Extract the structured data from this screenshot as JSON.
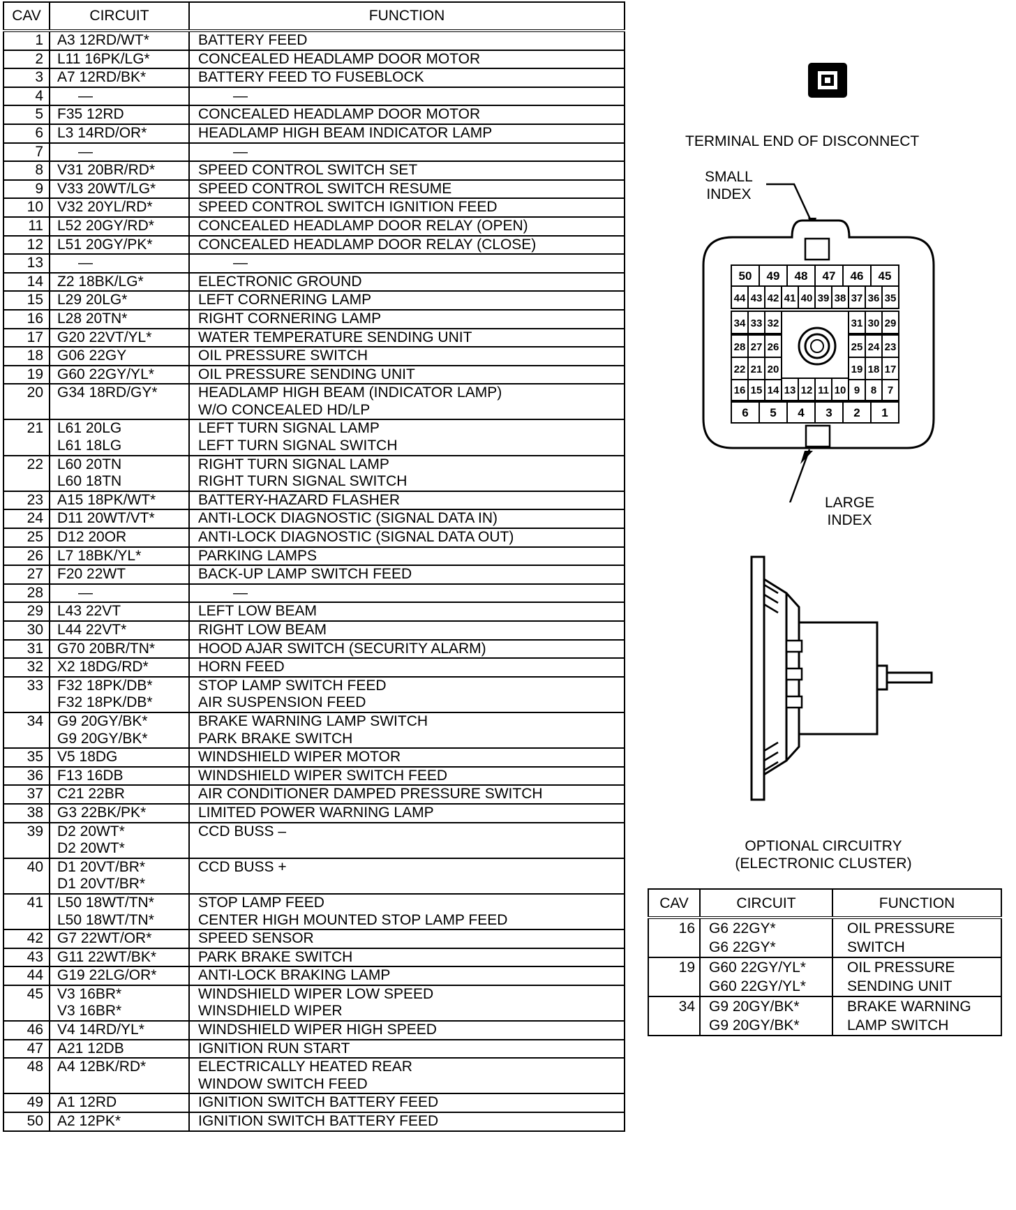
{
  "main_table": {
    "headers": {
      "cav": "CAV",
      "circuit": "CIRCUIT",
      "function": "FUNCTION"
    },
    "rows": [
      {
        "cav": "1",
        "circuit": [
          "A3 12RD/WT*"
        ],
        "function": [
          "BATTERY FEED"
        ]
      },
      {
        "cav": "2",
        "circuit": [
          "L11 16PK/LG*"
        ],
        "function": [
          "CONCEALED HEADLAMP DOOR MOTOR"
        ]
      },
      {
        "cav": "3",
        "circuit": [
          "A7 12RD/BK*"
        ],
        "function": [
          "BATTERY FEED TO FUSEBLOCK"
        ]
      },
      {
        "cav": "4",
        "circuit": [
          "—"
        ],
        "function": [
          "—"
        ],
        "empty": true
      },
      {
        "cav": "5",
        "circuit": [
          "F35 12RD"
        ],
        "function": [
          "CONCEALED HEADLAMP DOOR MOTOR"
        ]
      },
      {
        "cav": "6",
        "circuit": [
          "L3 14RD/OR*"
        ],
        "function": [
          "HEADLAMP HIGH BEAM INDICATOR LAMP"
        ]
      },
      {
        "cav": "7",
        "circuit": [
          "—"
        ],
        "function": [
          "—"
        ],
        "empty": true
      },
      {
        "cav": "8",
        "circuit": [
          "V31 20BR/RD*"
        ],
        "function": [
          "SPEED CONTROL SWITCH SET"
        ]
      },
      {
        "cav": "9",
        "circuit": [
          "V33 20WT/LG*"
        ],
        "function": [
          "SPEED CONTROL SWITCH RESUME"
        ]
      },
      {
        "cav": "10",
        "circuit": [
          "V32 20YL/RD*"
        ],
        "function": [
          "SPEED CONTROL SWITCH IGNITION FEED"
        ]
      },
      {
        "cav": "11",
        "circuit": [
          "L52 20GY/RD*"
        ],
        "function": [
          "CONCEALED HEADLAMP DOOR RELAY (OPEN)"
        ]
      },
      {
        "cav": "12",
        "circuit": [
          "L51 20GY/PK*"
        ],
        "function": [
          "CONCEALED HEADLAMP DOOR RELAY (CLOSE)"
        ]
      },
      {
        "cav": "13",
        "circuit": [
          "—"
        ],
        "function": [
          "—"
        ],
        "empty": true
      },
      {
        "cav": "14",
        "circuit": [
          "Z2 18BK/LG*"
        ],
        "function": [
          "ELECTRONIC GROUND"
        ]
      },
      {
        "cav": "15",
        "circuit": [
          "L29 20LG*"
        ],
        "function": [
          "LEFT CORNERING LAMP"
        ]
      },
      {
        "cav": "16",
        "circuit": [
          "L28 20TN*"
        ],
        "function": [
          "RIGHT CORNERING LAMP"
        ]
      },
      {
        "cav": "17",
        "circuit": [
          "G20 22VT/YL*"
        ],
        "function": [
          "WATER TEMPERATURE SENDING UNIT"
        ]
      },
      {
        "cav": "18",
        "circuit": [
          "G06 22GY"
        ],
        "function": [
          "OIL PRESSURE SWITCH"
        ]
      },
      {
        "cav": "19",
        "circuit": [
          "G60 22GY/YL*"
        ],
        "function": [
          "OIL PRESSURE SENDING UNIT"
        ]
      },
      {
        "cav": "20",
        "circuit": [
          "G34 18RD/GY*"
        ],
        "function": [
          "HEADLAMP HIGH BEAM (INDICATOR LAMP)",
          "W/O CONCEALED HD/LP"
        ]
      },
      {
        "cav": "21",
        "circuit": [
          "L61 20LG",
          "L61 18LG"
        ],
        "function": [
          "LEFT TURN SIGNAL LAMP",
          "LEFT TURN SIGNAL SWITCH"
        ]
      },
      {
        "cav": "22",
        "circuit": [
          "L60 20TN",
          "L60 18TN"
        ],
        "function": [
          "RIGHT TURN SIGNAL LAMP",
          "RIGHT TURN SIGNAL SWITCH"
        ]
      },
      {
        "cav": "23",
        "circuit": [
          "A15 18PK/WT*"
        ],
        "function": [
          "BATTERY-HAZARD FLASHER"
        ]
      },
      {
        "cav": "24",
        "circuit": [
          "D11 20WT/VT*"
        ],
        "function": [
          "ANTI-LOCK DIAGNOSTIC (SIGNAL DATA IN)"
        ]
      },
      {
        "cav": "25",
        "circuit": [
          "D12 20OR"
        ],
        "function": [
          "ANTI-LOCK DIAGNOSTIC (SIGNAL DATA OUT)"
        ]
      },
      {
        "cav": "26",
        "circuit": [
          "L7 18BK/YL*"
        ],
        "function": [
          "PARKING LAMPS"
        ]
      },
      {
        "cav": "27",
        "circuit": [
          "F20 22WT"
        ],
        "function": [
          "BACK-UP LAMP SWITCH FEED"
        ]
      },
      {
        "cav": "28",
        "circuit": [
          "—"
        ],
        "function": [
          "—"
        ],
        "empty": true
      },
      {
        "cav": "29",
        "circuit": [
          "L43 22VT"
        ],
        "function": [
          "LEFT LOW BEAM"
        ]
      },
      {
        "cav": "30",
        "circuit": [
          "L44 22VT*"
        ],
        "function": [
          "RIGHT LOW BEAM"
        ]
      },
      {
        "cav": "31",
        "circuit": [
          "G70 20BR/TN*"
        ],
        "function": [
          "HOOD AJAR SWITCH (SECURITY ALARM)"
        ]
      },
      {
        "cav": "32",
        "circuit": [
          "X2 18DG/RD*"
        ],
        "function": [
          "HORN FEED"
        ]
      },
      {
        "cav": "33",
        "circuit": [
          "F32 18PK/DB*",
          "F32 18PK/DB*"
        ],
        "function": [
          "STOP LAMP SWITCH FEED",
          "AIR SUSPENSION FEED"
        ]
      },
      {
        "cav": "34",
        "circuit": [
          "G9 20GY/BK*",
          "G9 20GY/BK*"
        ],
        "function": [
          "BRAKE WARNING LAMP SWITCH",
          "PARK BRAKE SWITCH"
        ]
      },
      {
        "cav": "35",
        "circuit": [
          "V5 18DG"
        ],
        "function": [
          "WINDSHIELD WIPER MOTOR"
        ]
      },
      {
        "cav": "36",
        "circuit": [
          "F13 16DB"
        ],
        "function": [
          "WINDSHIELD WIPER SWITCH FEED"
        ]
      },
      {
        "cav": "37",
        "circuit": [
          "C21 22BR"
        ],
        "function": [
          "AIR CONDITIONER DAMPED PRESSURE SWITCH"
        ]
      },
      {
        "cav": "38",
        "circuit": [
          "G3 22BK/PK*"
        ],
        "function": [
          "LIMITED POWER WARNING LAMP"
        ]
      },
      {
        "cav": "39",
        "circuit": [
          "D2 20WT*",
          "D2 20WT*"
        ],
        "function": [
          "CCD BUSS –",
          ""
        ]
      },
      {
        "cav": "40",
        "circuit": [
          "D1 20VT/BR*",
          "D1 20VT/BR*"
        ],
        "function": [
          "CCD BUSS +",
          ""
        ]
      },
      {
        "cav": "41",
        "circuit": [
          "L50 18WT/TN*",
          "L50 18WT/TN*"
        ],
        "function": [
          "STOP LAMP FEED",
          "CENTER HIGH MOUNTED STOP LAMP FEED"
        ]
      },
      {
        "cav": "42",
        "circuit": [
          "G7 22WT/OR*"
        ],
        "function": [
          "SPEED SENSOR"
        ]
      },
      {
        "cav": "43",
        "circuit": [
          "G11 22WT/BK*"
        ],
        "function": [
          "PARK BRAKE SWITCH"
        ]
      },
      {
        "cav": "44",
        "circuit": [
          "G19 22LG/OR*"
        ],
        "function": [
          "ANTI-LOCK BRAKING LAMP"
        ]
      },
      {
        "cav": "45",
        "circuit": [
          "V3 16BR*",
          "V3 16BR*"
        ],
        "function": [
          "WINDSHIELD WIPER LOW SPEED",
          "WINSDHIELD WIPER"
        ]
      },
      {
        "cav": "46",
        "circuit": [
          "V4 14RD/YL*"
        ],
        "function": [
          "WINDSHIELD WIPER HIGH SPEED"
        ]
      },
      {
        "cav": "47",
        "circuit": [
          "A21 12DB"
        ],
        "function": [
          "IGNITION RUN START"
        ]
      },
      {
        "cav": "48",
        "circuit": [
          "A4 12BK/RD*"
        ],
        "function": [
          "ELECTRICALLY HEATED REAR",
          "WINDOW SWITCH FEED"
        ]
      },
      {
        "cav": "49",
        "circuit": [
          "A1 12RD"
        ],
        "function": [
          "IGNITION SWITCH BATTERY FEED"
        ]
      },
      {
        "cav": "50",
        "circuit": [
          "A2 12PK*"
        ],
        "function": [
          "IGNITION SWITCH BATTERY FEED"
        ]
      }
    ]
  },
  "connector_diagram": {
    "title": "TERMINAL END OF DISCONNECT",
    "small_index_label": [
      "SMALL",
      "INDEX"
    ],
    "large_index_label": [
      "LARGE",
      "INDEX"
    ],
    "cavities": {
      "row1": [
        "50",
        "49",
        "48",
        "47",
        "46",
        "45"
      ],
      "row2": [
        "44",
        "43",
        "42",
        "41",
        "40",
        "39",
        "38",
        "37",
        "36",
        "35"
      ],
      "row3_left": [
        "34",
        "33",
        "32"
      ],
      "row3_right": [
        "31",
        "30",
        "29"
      ],
      "row4_left": [
        "28",
        "27",
        "26"
      ],
      "row4_right": [
        "25",
        "24",
        "23"
      ],
      "row5_left": [
        "22",
        "21",
        "20"
      ],
      "row5_right": [
        "19",
        "18",
        "17"
      ],
      "row6": [
        "16",
        "15",
        "14",
        "13",
        "12",
        "11",
        "10",
        "9",
        "8",
        "7"
      ],
      "row7": [
        "6",
        "5",
        "4",
        "3",
        "2",
        "1"
      ]
    }
  },
  "optional_table": {
    "title": [
      "OPTIONAL CIRCUITRY",
      "(ELECTRONIC CLUSTER)"
    ],
    "headers": {
      "cav": "CAV",
      "circuit": "CIRCUIT",
      "function": "FUNCTION"
    },
    "rows": [
      {
        "cav": "16",
        "circuit": [
          "G6 22GY*",
          "G6 22GY*"
        ],
        "function": [
          "OIL PRESSURE",
          "SWITCH"
        ]
      },
      {
        "cav": "19",
        "circuit": [
          "G60 22GY/YL*",
          "G60 22GY/YL*"
        ],
        "function": [
          "OIL PRESSURE",
          "SENDING UNIT"
        ]
      },
      {
        "cav": "34",
        "circuit": [
          "G9 20GY/BK*",
          "G9 20GY/BK*"
        ],
        "function": [
          "BRAKE WARNING",
          "LAMP SWITCH"
        ]
      }
    ]
  }
}
